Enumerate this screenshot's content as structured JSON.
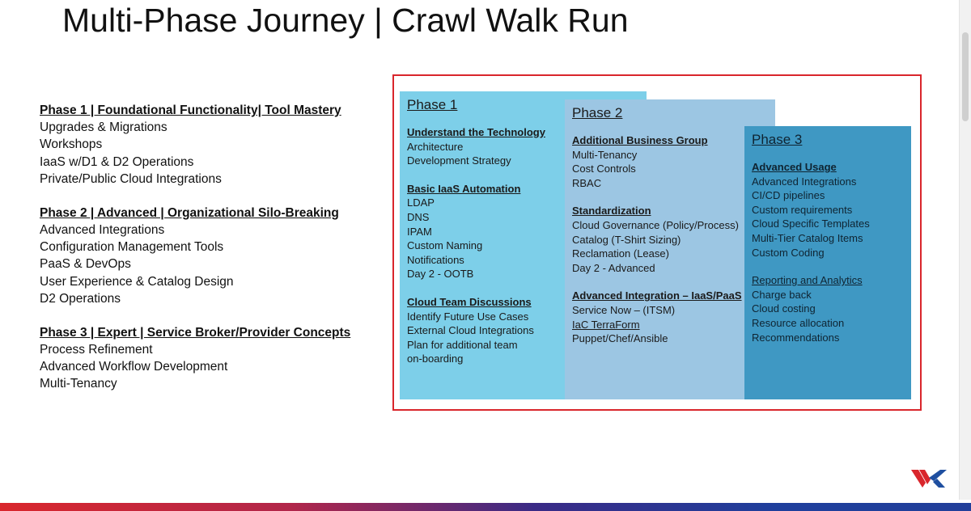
{
  "title": "Multi-Phase Journey | Crawl Walk Run",
  "left_groups": [
    {
      "heading": "Phase 1 | Foundational Functionality| Tool Mastery",
      "items": [
        "Upgrades & Migrations",
        "Workshops",
        "IaaS w/D1 & D2 Operations",
        "Private/Public Cloud Integrations"
      ]
    },
    {
      "heading": "Phase 2 | Advanced | Organizational Silo-Breaking",
      "items": [
        "Advanced Integrations",
        "Configuration Management Tools",
        "PaaS & DevOps",
        "User Experience & Catalog Design",
        "D2 Operations"
      ]
    },
    {
      "heading": "Phase 3 | Expert | Service Broker/Provider Concepts",
      "items": [
        "Process Refinement",
        "Advanced Workflow Development",
        "Multi-Tenancy"
      ]
    }
  ],
  "phases": [
    {
      "title": "Phase 1",
      "color": "#7dcfe9",
      "sections": [
        {
          "heading": "Understand the Technology",
          "items": [
            "Architecture",
            "Development Strategy"
          ]
        },
        {
          "heading": "Basic IaaS Automation",
          "items": [
            "LDAP",
            "DNS",
            "IPAM",
            "Custom Naming",
            "Notifications",
            "Day 2 - OOTB"
          ]
        },
        {
          "heading": "Cloud Team Discussions",
          "items": [
            "Identify Future Use Cases",
            "External Cloud Integrations",
            "Plan for additional team",
            "on-boarding"
          ]
        }
      ]
    },
    {
      "title": "Phase 2",
      "color": "#9cc6e3",
      "sections": [
        {
          "heading": "Additional Business Group",
          "items": [
            "Multi-Tenancy",
            "Cost Controls",
            "RBAC"
          ]
        },
        {
          "heading": "Standardization",
          "items": [
            "Cloud Governance (Policy/Process)",
            "Catalog (T-Shirt Sizing)",
            "Reclamation (Lease)",
            "Day 2 - Advanced"
          ]
        },
        {
          "heading": "Advanced Integration – IaaS/PaaS",
          "items": [
            "Service Now – (ITSM)",
            "IaC TerraForm",
            "Puppet/Chef/Ansible"
          ]
        }
      ]
    },
    {
      "title": "Phase 3",
      "color": "#3f98c3",
      "sections": [
        {
          "heading": "Advanced Usage",
          "items": [
            "Advanced Integrations",
            "CI/CD pipelines",
            "Custom requirements",
            "Cloud Specific Templates",
            "Multi-Tier Catalog Items",
            "Custom Coding"
          ]
        },
        {
          "heading": "Reporting and Analytics",
          "items": [
            "Charge back",
            "Cloud costing",
            "Resource allocation",
            "Recommendations"
          ]
        }
      ]
    }
  ],
  "colors": {
    "frame": "#d9262c",
    "logo_red": "#d9262c",
    "logo_blue": "#1f4fa0"
  },
  "logo_icon": "company-logo"
}
